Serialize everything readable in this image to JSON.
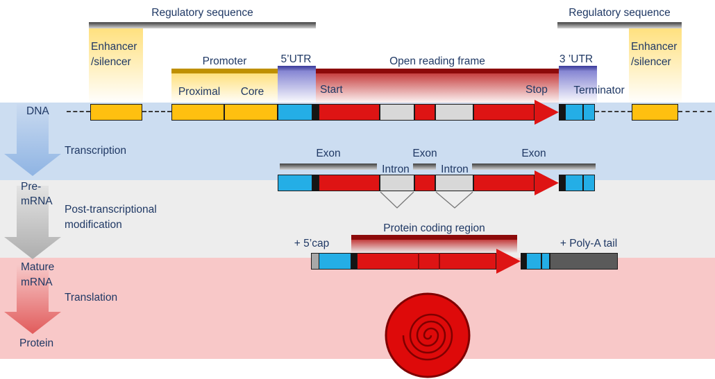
{
  "colors": {
    "text_blue": "#1F3864",
    "exon_red": "#DE1414",
    "dark_red": "#8C0A0A",
    "utr_cyan": "#24AEE6",
    "enhancer_orange": "#FFC010",
    "intron_gray": "#D8D8D8",
    "polya_gray": "#5A5A5A",
    "promoter_olive": "#BF9000",
    "protein_red": "#DE0A0A",
    "band_blue": "#CCDDF1",
    "band_gray": "#EDEDED",
    "band_pink": "#F8C8C8"
  },
  "stages": {
    "dna": "DNA",
    "pre_mrna_1": "Pre-",
    "pre_mrna_2": "mRNA",
    "mature_1": "Mature",
    "mature_2": "mRNA",
    "protein": "Protein"
  },
  "processes": {
    "transcription": "Transcription",
    "post_1": "Post-transcriptional",
    "post_2": "modification",
    "translation": "Translation"
  },
  "dna_annotations": {
    "regulatory_left": "Regulatory sequence",
    "regulatory_right": "Regulatory sequence",
    "enhancer_left_1": "Enhancer",
    "enhancer_left_2": "/silencer",
    "enhancer_right_1": "Enhancer",
    "enhancer_right_2": "/silencer",
    "promoter": "Promoter",
    "proximal": "Proximal",
    "core": "Core",
    "utr5": "5’UTR",
    "orf": "Open reading frame",
    "start": "Start",
    "stop": "Stop",
    "utr3": "3 ’UTR",
    "terminator": "Terminator"
  },
  "premrna_annotations": {
    "exon1": "Exon",
    "intron1": "Intron",
    "exon2": "Exon",
    "intron2": "Intron",
    "exon3": "Exon"
  },
  "mrna_annotations": {
    "cap": "+ 5’cap",
    "coding": "Protein coding region",
    "polya": "+ Poly-A tail"
  }
}
